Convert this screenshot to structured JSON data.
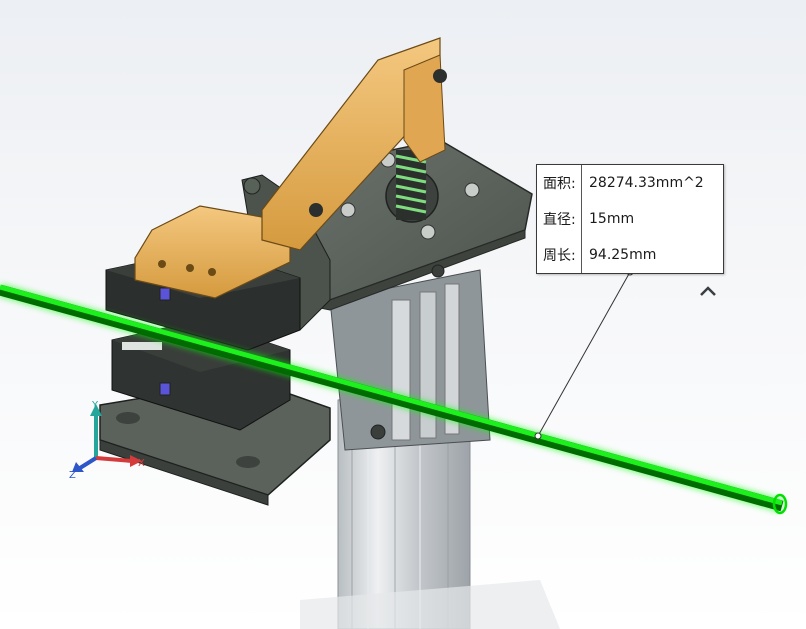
{
  "measure": {
    "rows": [
      {
        "label": "面积:",
        "value": "28274.33mm^2"
      },
      {
        "label": "直径:",
        "value": "15mm"
      },
      {
        "label": "周长:",
        "value": "94.25mm"
      }
    ]
  },
  "triad": {
    "x": "X",
    "y": "Y",
    "z": "Z"
  },
  "collapse_icon": "chevron-up-icon",
  "colors": {
    "selection": "#00e000",
    "brass": "#e6b25c",
    "plate": "#5f665f",
    "block": "#2b2f2d",
    "profile": "#cfd3d6"
  }
}
